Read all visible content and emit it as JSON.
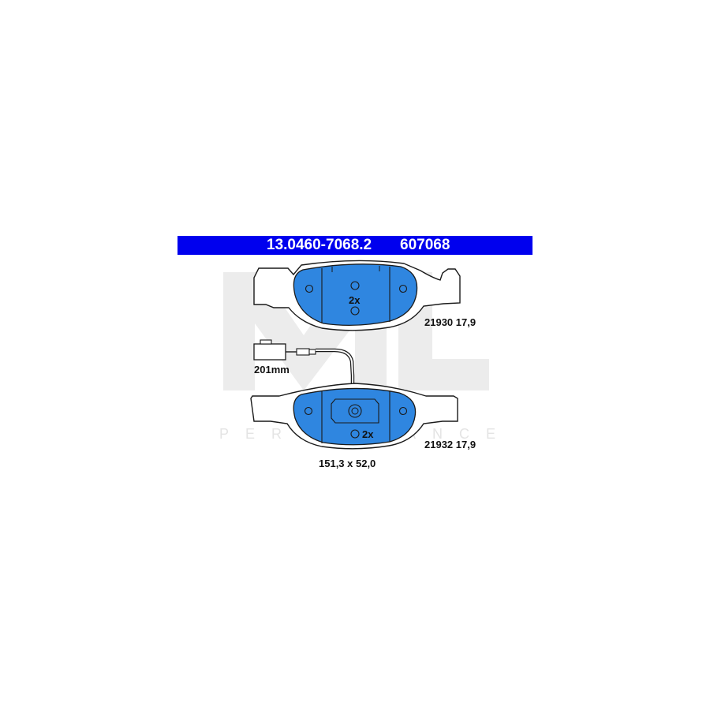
{
  "header": {
    "part_number": "13.0460-7068.2",
    "ref_number": "607068",
    "color": "#0000ee"
  },
  "pads": [
    {
      "id": "top",
      "quantity": "2x",
      "spec": "21930 17,9"
    },
    {
      "id": "bottom",
      "quantity": "2x",
      "spec": "21932 17,9"
    }
  ],
  "sensor": {
    "length": "201mm"
  },
  "dimensions": "151,3 x 52,0",
  "watermark": {
    "text": "PERFORMANCE"
  },
  "colors": {
    "pad_fill": "#2f86e0",
    "outline": "#1a1a1a",
    "watermark": "#e4e4e4"
  }
}
